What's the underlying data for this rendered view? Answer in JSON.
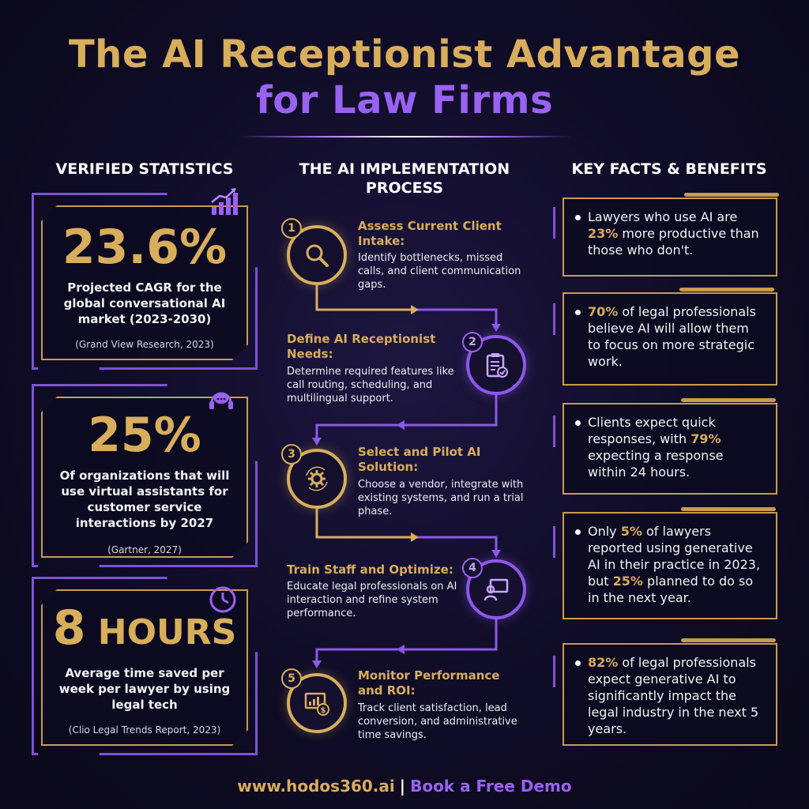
{
  "title": {
    "line1": "The AI Receptionist Advantage",
    "line2": "for Law Firms"
  },
  "columns": {
    "left": "VERIFIED STATISTICS",
    "middle": "THE AI IMPLEMENTATION PROCESS",
    "right": "KEY FACTS & BENEFITS"
  },
  "stats": [
    {
      "value": "23.6%",
      "description": "Projected CAGR for the global conversational AI market (2023-2030)",
      "source": "(Grand View Research, 2023)",
      "icon": "bar-chart-growth-icon"
    },
    {
      "value": "25%",
      "description": "Of organizations that will use virtual assistants for customer service interactions by 2027",
      "source": "(Gartner, 2027)",
      "icon": "chat-headset-icon"
    },
    {
      "value_num": "8",
      "value_unit": "HOURS",
      "description": "Average time saved per week per lawyer by using legal tech",
      "source": "(Clio Legal Trends Report, 2023)",
      "icon": "clock-icon"
    }
  ],
  "steps": [
    {
      "num": "1",
      "title": "Assess Current Client Intake:",
      "text": "Identify bottlenecks, missed calls, and client communication gaps.",
      "icon": "magnifier-icon"
    },
    {
      "num": "2",
      "title": "Define AI Receptionist Needs:",
      "text": "Determine required features like call routing, scheduling, and multilingual support.",
      "icon": "clipboard-checklist-icon"
    },
    {
      "num": "3",
      "title": "Select and Pilot AI Solution:",
      "text": "Choose a vendor, integrate with existing systems, and run a trial phase.",
      "icon": "gear-cycle-icon"
    },
    {
      "num": "4",
      "title": "Train Staff and Optimize:",
      "text": "Educate legal professionals on AI interaction and refine system performance.",
      "icon": "presentation-screen-icon"
    },
    {
      "num": "5",
      "title": "Monitor Performance and ROI:",
      "text": "Track client satisfaction, lead conversion, and administrative time savings.",
      "icon": "dashboard-dollar-icon"
    }
  ],
  "facts": [
    {
      "pre": "Lawyers who use AI are ",
      "hl": "23%",
      "post": " more productive than those who don't."
    },
    {
      "pre": "",
      "hl": "70%",
      "post": " of legal professionals believe AI will allow them to focus on more strategic work."
    },
    {
      "pre": "Clients expect quick responses, with ",
      "hl": "79%",
      "post": " expecting a response within 24 hours."
    },
    {
      "pre": "Only ",
      "hl": "5%",
      "post": " of lawyers reported using generative AI in their practice in 2023, but ",
      "hl2": "25%",
      "post2": " planned to do so in the next year."
    },
    {
      "pre": "",
      "hl": "82%",
      "post": " of legal professionals expect generative AI to significantly impact the legal industry in the next 5 years."
    }
  ],
  "footer": {
    "url": "www.hodos360.ai",
    "separator": "|",
    "cta": "Book a Free Demo"
  },
  "colors": {
    "gold": "#d8ad5c",
    "purple": "#9a62f0",
    "background": "#0f0c26"
  }
}
